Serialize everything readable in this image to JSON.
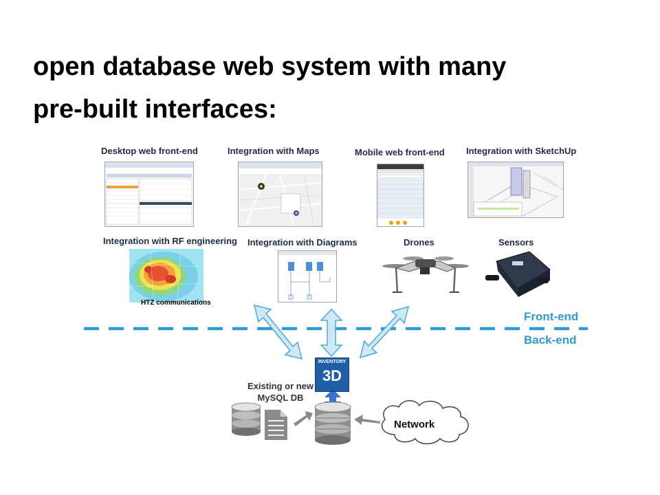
{
  "slide": {
    "title_line1": "open database web system with many",
    "title_line2": "pre-built interfaces:"
  },
  "tiles": {
    "desktop": "Desktop web front-end",
    "maps": "Integration with Maps",
    "mobile": "Mobile web front-end",
    "sketchup": "Integration with SketchUp",
    "rf": "Integration with RF engineering",
    "rf_caption": "HTZ communications",
    "diagrams": "Integration with Diagrams",
    "drones": "Drones",
    "sensors": "Sensors"
  },
  "layers": {
    "front": "Front-end",
    "back": "Back-end"
  },
  "backend": {
    "db_caption_line1": "Existing or new",
    "db_caption_line2": "MySQL DB",
    "logo_line1": "INVENTORY",
    "logo_line2": "3D",
    "network": "Network"
  },
  "colors": {
    "divider": "#2e9bd6",
    "arrow_fill": "#cfe8f7",
    "arrow_stroke": "#4aa8dc",
    "logo": "#1f5fa8",
    "sync_arrow": "#3b6fd0"
  }
}
